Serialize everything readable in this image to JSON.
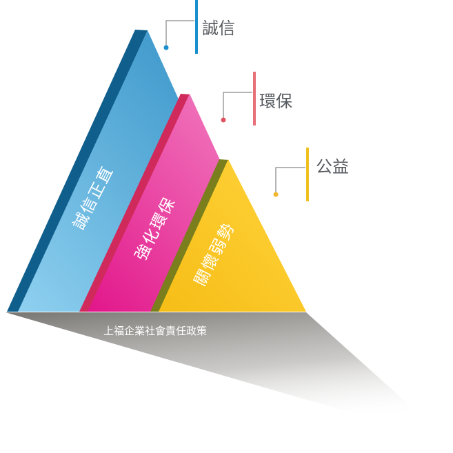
{
  "callouts": [
    {
      "label": "誠信",
      "color": "#1a8fd0",
      "dot_color": "#1a8fd0"
    },
    {
      "label": "環保",
      "color": "#e8707a",
      "dot_color": "#e0505e"
    },
    {
      "label": "公益",
      "color": "#f0c020",
      "dot_color": "#f2b830"
    }
  ],
  "triangles": [
    {
      "label": "誠信正直",
      "color_light": "#7fc8ec",
      "color_dark": "#2d8fc4",
      "edge_color": "#0f5e8c"
    },
    {
      "label": "強化環保",
      "color_light": "#f08ac4",
      "color_dark": "#e0188a",
      "edge_color": "#d02a5c"
    },
    {
      "label": "關懷弱勢",
      "color_light": "#ffd23a",
      "color_dark": "#f4b814",
      "edge_color": "#7a7e1c"
    }
  ],
  "base_caption": "上福企業社會責任政策"
}
